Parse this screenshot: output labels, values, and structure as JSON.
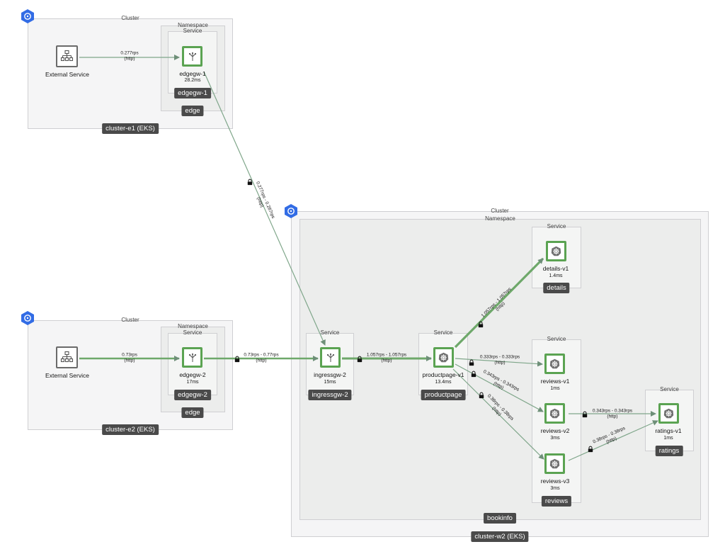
{
  "frames": {
    "cluster_title": "Cluster",
    "namespace_title": "Namespace",
    "service_title": "Service"
  },
  "clusters": {
    "e1": "cluster-e1 (EKS)",
    "e2": "cluster-e2 (EKS)",
    "w2": "cluster-w2 (EKS)"
  },
  "namespaces": {
    "edge1": "edge",
    "edge2": "edge",
    "bookinfo": "bookinfo"
  },
  "services": {
    "edgegw1": "edgegw-1",
    "edgegw2": "edgegw-2",
    "ingressgw2": "ingressgw-2",
    "productpage": "productpage",
    "details": "details",
    "reviews": "reviews",
    "ratings": "ratings"
  },
  "nodes": {
    "ext1": {
      "name": "External Service"
    },
    "ext2": {
      "name": "External Service"
    },
    "edgegw1": {
      "name": "edgegw-1",
      "latency": "28.2ms"
    },
    "edgegw2": {
      "name": "edgegw-2",
      "latency": "17ms"
    },
    "ingressgw2": {
      "name": "ingressgw-2",
      "latency": "15ms"
    },
    "productpage": {
      "name": "productpage-v1",
      "latency": "13.4ms"
    },
    "details": {
      "name": "details-v1",
      "latency": "1.4ms"
    },
    "reviews1": {
      "name": "reviews-v1",
      "latency": "1ms"
    },
    "reviews2": {
      "name": "reviews-v2",
      "latency": "3ms"
    },
    "reviews3": {
      "name": "reviews-v3",
      "latency": "3ms"
    },
    "ratings": {
      "name": "ratings-v1",
      "latency": "1ms"
    }
  },
  "edges": {
    "ext1_edgegw1": {
      "rate": "0.277rps",
      "protocol": "(http)"
    },
    "edgegw1_ingress": {
      "rate": "0.277rps - 0.287rps",
      "protocol": "(http)"
    },
    "ext2_edgegw2": {
      "rate": "0.73rps",
      "protocol": "(http)"
    },
    "edgegw2_ingress": {
      "rate": "0.73rps - 0.77rps",
      "protocol": "(http)"
    },
    "ingress_product": {
      "rate": "1.057rps - 1.057rps",
      "protocol": "(http)"
    },
    "product_details": {
      "rate": "1.057rps - 1.057rps",
      "protocol": "(http)"
    },
    "product_reviews1": {
      "rate": "0.333rps - 0.333rps",
      "protocol": "(http)"
    },
    "product_reviews2": {
      "rate": "0.343rps - 0.343rps",
      "protocol": "(http)"
    },
    "product_reviews3": {
      "rate": "0.38rps - 0.38rps",
      "protocol": "(http)"
    },
    "reviews2_ratings": {
      "rate": "0.343rps - 0.343rps",
      "protocol": "(http)"
    },
    "reviews3_ratings": {
      "rate": "0.38rps - 0.38rps",
      "protocol": "(http)"
    }
  },
  "colors": {
    "node_border": "#5ba352",
    "edge_healthy": "#6ea86a",
    "edge_thin": "#7fa68a",
    "chip": "#4a4a4a",
    "k8s_blue": "#326ce5"
  },
  "icons": {
    "cluster": "kubernetes-logo-icon",
    "external": "sitemap-icon",
    "gateway": "branch-split-icon",
    "workload": "helm-wheel-icon",
    "mtls": "lock-icon"
  }
}
